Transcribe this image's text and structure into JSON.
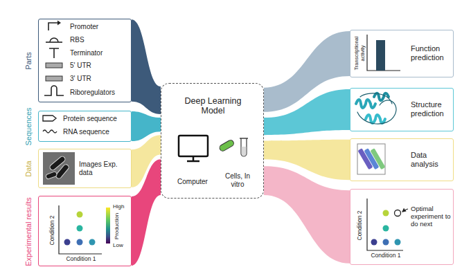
{
  "diagram": {
    "nodes": [
      {
        "text": [
          "Parts",
          "Promoter",
          "RBS",
          "Terminator",
          "5' UTR",
          "3' UTR",
          "Riboregulators"
        ]
      },
      {
        "text": [
          "Sequences",
          "Protein sequence",
          "RNA sequence"
        ]
      },
      {
        "text": [
          "Data",
          "Images Exp. data"
        ]
      },
      {
        "text": [
          "Experimental results",
          "Condition 2",
          "Condition 1",
          "High",
          "Production",
          "Low"
        ]
      },
      {
        "text": [
          "Deep Learning Model",
          "Computer",
          "Cells, In vitro"
        ]
      },
      {
        "text": [
          "Transcriptional activity",
          "Function prediction"
        ]
      },
      {
        "text": [
          "Structure prediction"
        ]
      },
      {
        "text": [
          "Data analysis"
        ]
      },
      {
        "text": [
          "Condition 2",
          "Condition 1",
          "Optimal experiment to do next"
        ]
      }
    ],
    "edges": [
      {
        "from": 0,
        "to": 4,
        "arrow": "none"
      },
      {
        "from": 1,
        "to": 4,
        "arrow": "none"
      },
      {
        "from": 2,
        "to": 4,
        "arrow": "none"
      },
      {
        "from": 3,
        "to": 4,
        "arrow": "none"
      },
      {
        "from": 4,
        "to": 5,
        "arrow": "none"
      },
      {
        "from": 4,
        "to": 6,
        "arrow": "none"
      },
      {
        "from": 4,
        "to": 7,
        "arrow": "none"
      },
      {
        "from": 4,
        "to": 8,
        "arrow": "none"
      }
    ]
  }
}
